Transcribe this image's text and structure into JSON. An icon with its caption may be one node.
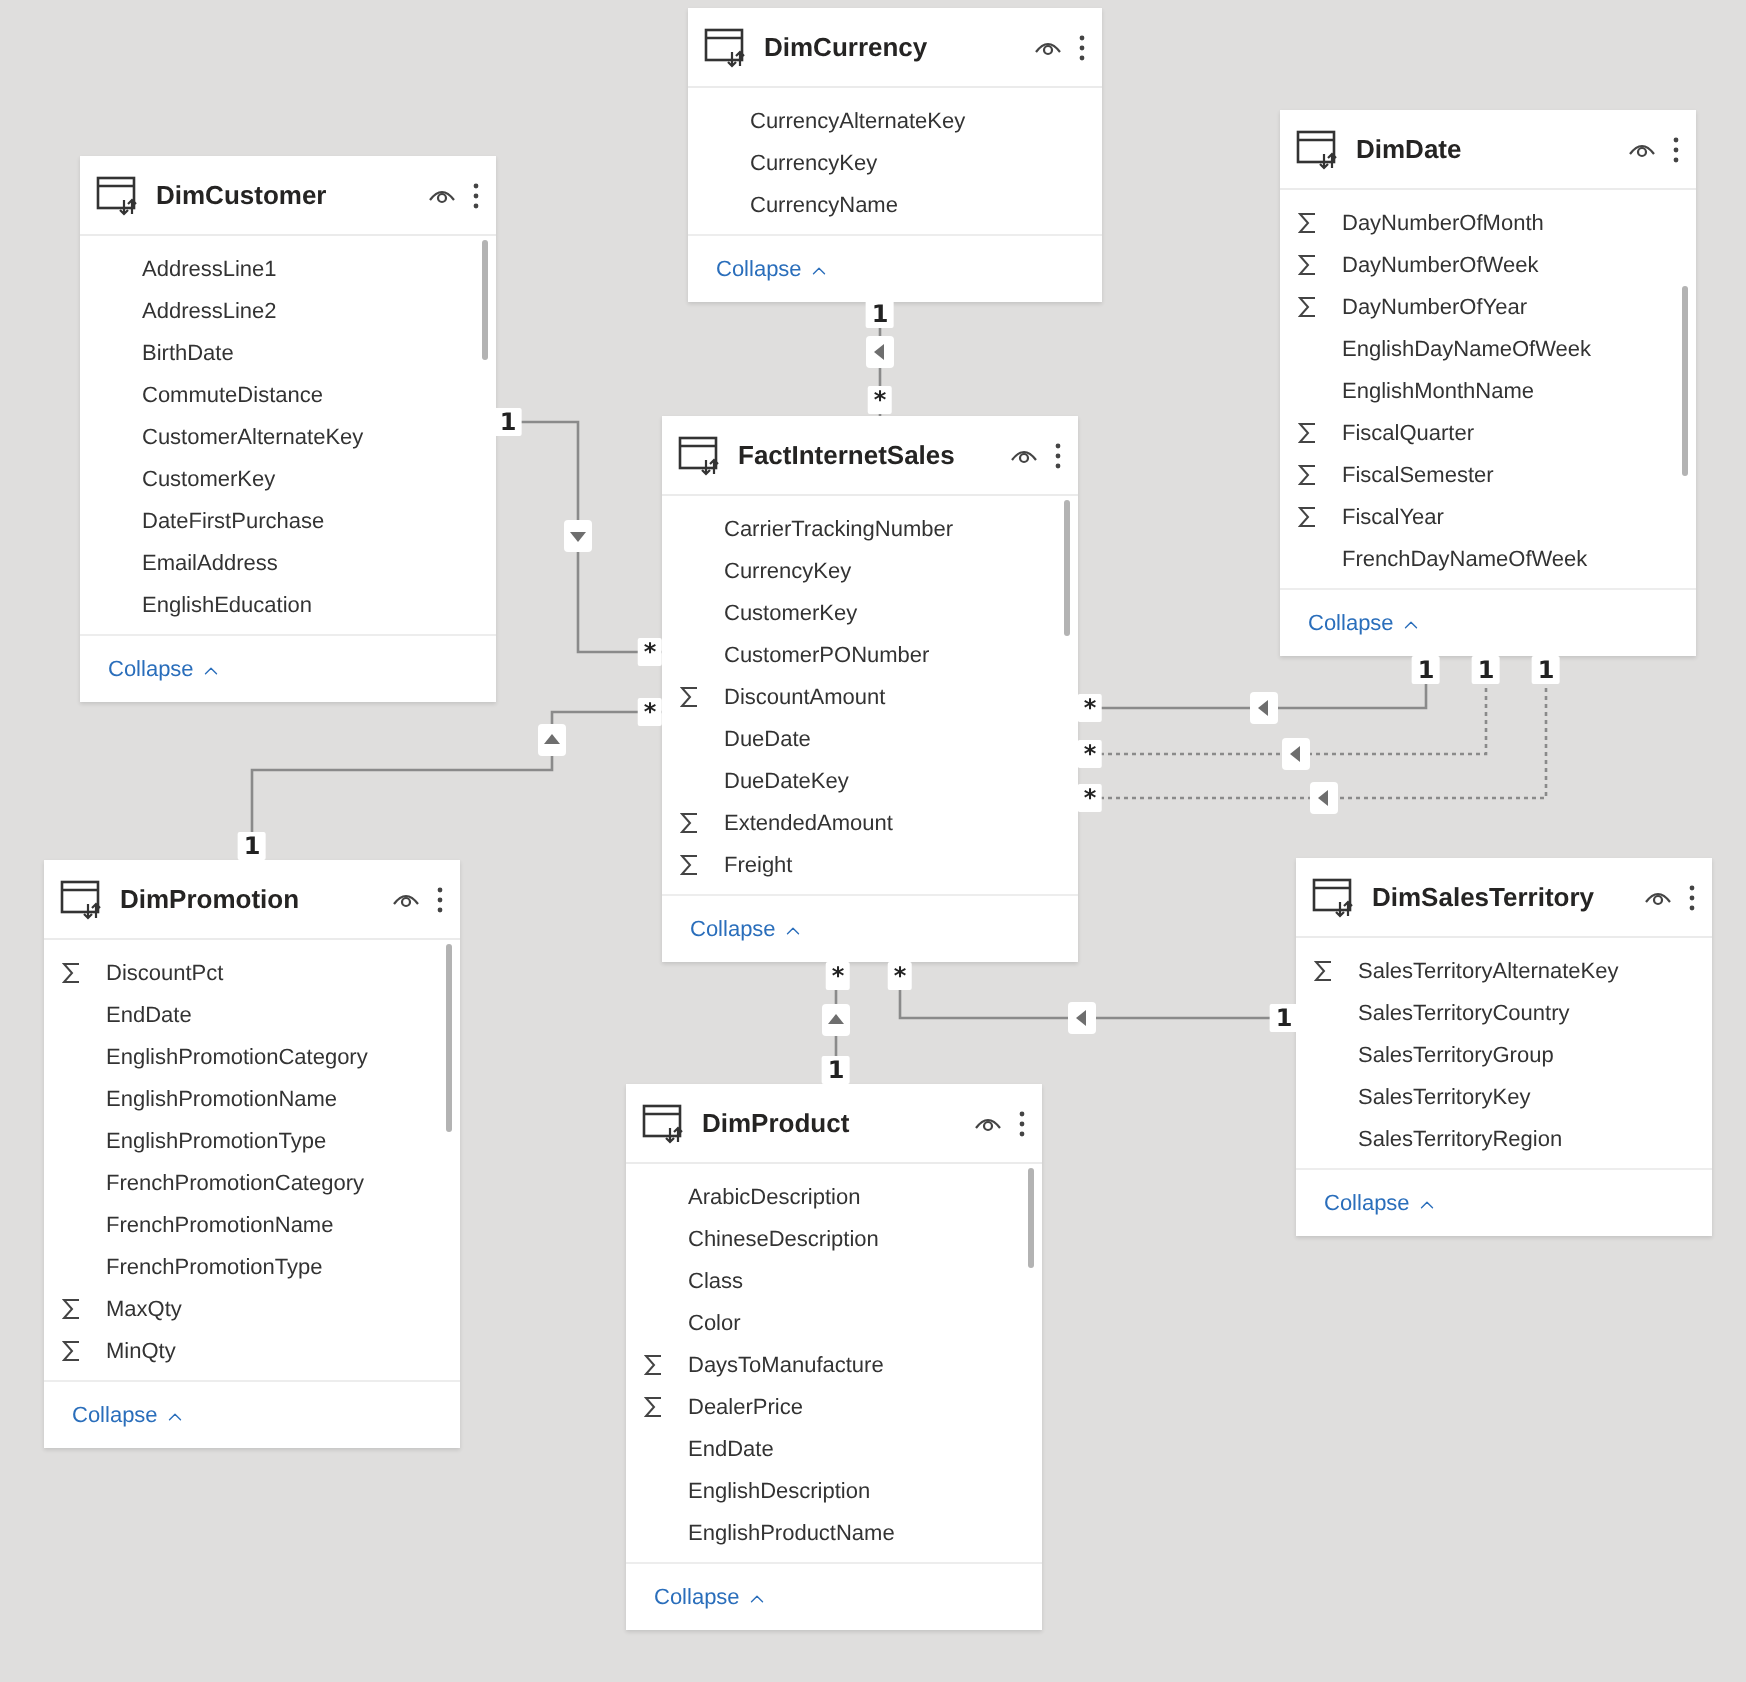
{
  "diagram": {
    "nodes": [
      {
        "text": [
          "DimCurrency",
          "CurrencyAlternateKey",
          "CurrencyKey",
          "CurrencyName",
          "Collapse"
        ]
      },
      {
        "text": [
          "DimCustomer",
          "AddressLine1",
          "AddressLine2",
          "BirthDate",
          "CommuteDistance",
          "CustomerAlternateKey",
          "CustomerKey",
          "DateFirstPurchase",
          "EmailAddress",
          "EnglishEducation",
          "Collapse"
        ]
      },
      {
        "text": [
          "DimDate",
          "DayNumberOfMonth",
          "DayNumberOfWeek",
          "DayNumberOfYear",
          "EnglishDayNameOfWeek",
          "EnglishMonthName",
          "FiscalQuarter",
          "FiscalSemester",
          "FiscalYear",
          "FrenchDayNameOfWeek",
          "Collapse"
        ]
      },
      {
        "text": [
          "FactInternetSales",
          "CarrierTrackingNumber",
          "CurrencyKey",
          "CustomerKey",
          "CustomerPONumber",
          "DiscountAmount",
          "DueDate",
          "DueDateKey",
          "ExtendedAmount",
          "Freight",
          "Collapse"
        ]
      },
      {
        "text": [
          "DimPromotion",
          "DiscountPct",
          "EndDate",
          "EnglishPromotionCategory",
          "EnglishPromotionName",
          "EnglishPromotionType",
          "FrenchPromotionCategory",
          "FrenchPromotionName",
          "FrenchPromotionType",
          "MaxQty",
          "MinQty",
          "Collapse"
        ]
      },
      {
        "text": [
          "DimSalesTerritory",
          "SalesTerritoryAlternateKey",
          "SalesTerritoryCountry",
          "SalesTerritoryGroup",
          "SalesTerritoryKey",
          "SalesTerritoryRegion",
          "Collapse"
        ]
      },
      {
        "text": [
          "DimProduct",
          "ArabicDescription",
          "ChineseDescription",
          "Class",
          "Color",
          "DaysToManufacture",
          "DealerPrice",
          "EndDate",
          "EnglishDescription",
          "EnglishProductName",
          "Collapse"
        ]
      }
    ],
    "edges": [
      {
        "from": 1,
        "to": 3,
        "arrow": "to"
      },
      {
        "from": 4,
        "to": 3,
        "arrow": "to"
      },
      {
        "from": 0,
        "to": 3,
        "arrow": "to"
      },
      {
        "from": 2,
        "to": 3,
        "arrow": "to"
      },
      {
        "from": 2,
        "to": 3,
        "arrow": "to",
        "style": "dashed"
      },
      {
        "from": 2,
        "to": 3,
        "arrow": "to",
        "style": "dashed"
      },
      {
        "from": 6,
        "to": 3,
        "arrow": "to"
      },
      {
        "from": 5,
        "to": 3,
        "arrow": "to"
      }
    ],
    "labels": [
      "1",
      "*",
      "1",
      "*",
      "1",
      "1",
      "1",
      "*",
      "*",
      "*",
      "*",
      "1",
      "*",
      "*",
      "1",
      "1"
    ]
  }
}
